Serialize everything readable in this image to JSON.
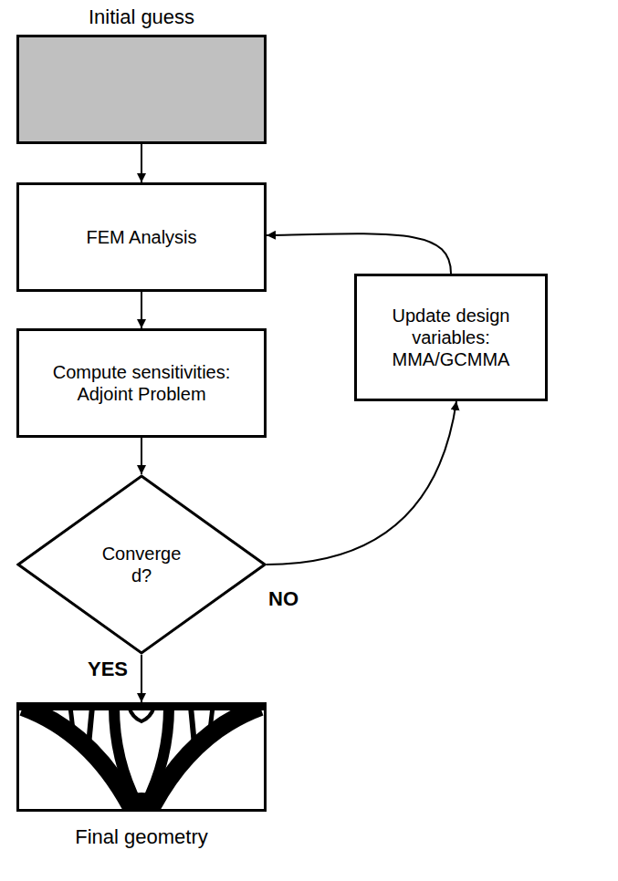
{
  "diagram": {
    "nodes": [
      {
        "text": [
          "Initial guess"
        ]
      },
      {
        "text": [
          "FEM Analysis"
        ]
      },
      {
        "text": [
          "Compute sensitivities: Adjoint Problem"
        ]
      },
      {
        "text": [
          "Converge d?"
        ]
      },
      {
        "text": [
          "Update design variables: MMA/GCMMA"
        ]
      },
      {
        "text": [
          "Final geometry"
        ]
      }
    ],
    "edges": [
      {
        "from": 0,
        "to": 1,
        "arrow": "to"
      },
      {
        "from": 1,
        "to": 2,
        "arrow": "to"
      },
      {
        "from": 2,
        "to": 3,
        "arrow": "to"
      },
      {
        "from": 3,
        "to": 4,
        "label": "NO",
        "arrow": "to"
      },
      {
        "from": 4,
        "to": 1,
        "arrow": "to"
      },
      {
        "from": 3,
        "to": 5,
        "label": "YES",
        "arrow": "to"
      }
    ]
  }
}
